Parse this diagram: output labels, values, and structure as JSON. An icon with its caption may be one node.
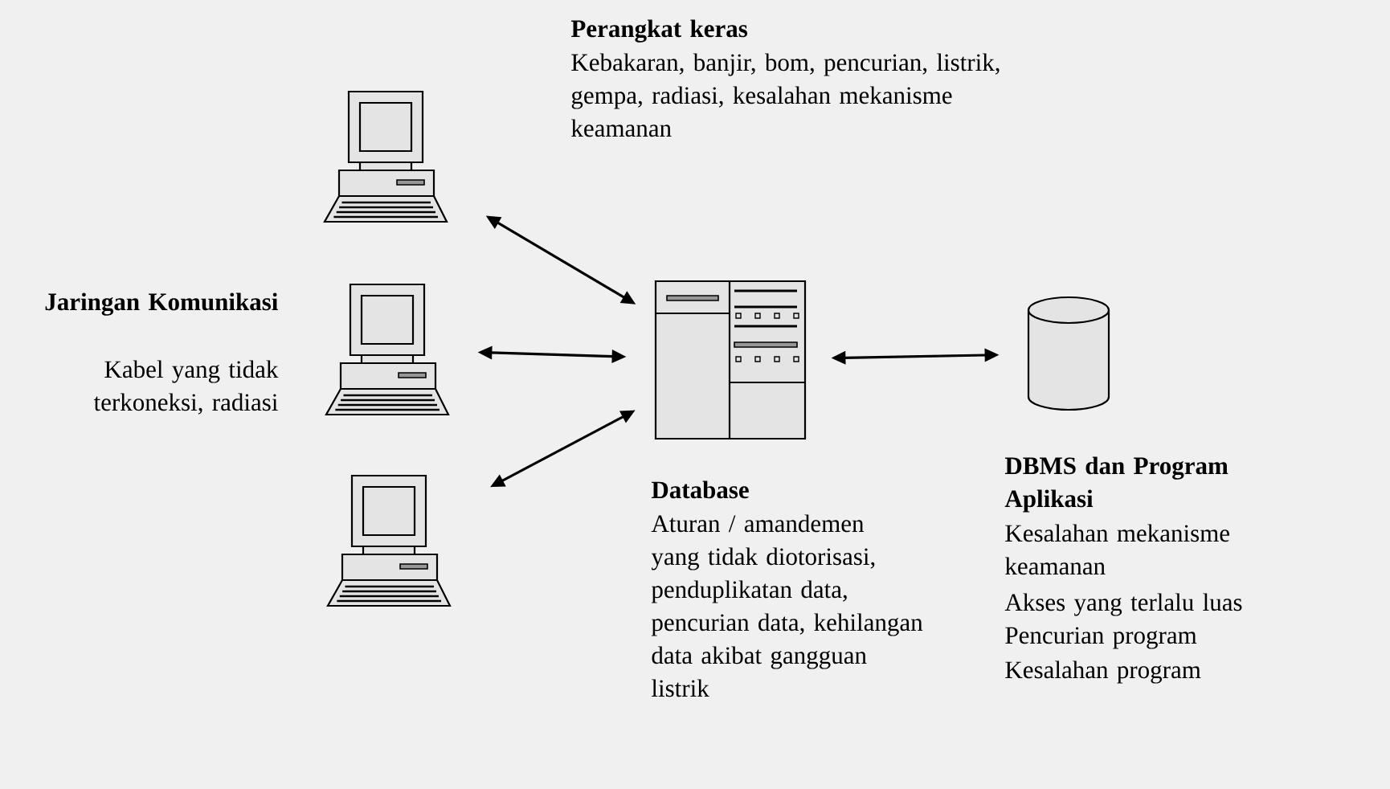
{
  "diagram": {
    "nodes": [
      {
        "text": [],
        "shape": "computer"
      },
      {
        "text": [],
        "shape": "computer"
      },
      {
        "text": [],
        "shape": "computer"
      },
      {
        "text": [],
        "shape": "server"
      },
      {
        "text": [],
        "shape": "cylinder"
      }
    ],
    "edges": [
      {
        "from": 0,
        "to": 3,
        "arrow": "both"
      },
      {
        "from": 1,
        "to": 3,
        "arrow": "both"
      },
      {
        "from": 2,
        "to": 3,
        "arrow": "both"
      },
      {
        "from": 3,
        "to": 4,
        "arrow": "both"
      }
    ],
    "labels": [
      "Perangkat keras",
      "Kebakaran, banjir, bom, pencurian, listrik, gempa, radiasi, kesalahan mekanisme keamanan",
      "Jaringan Komunikasi",
      "Kabel yang tidak terkoneksi, radiasi",
      "Database",
      "Aturan / amandemen yang tidak diotorisasi, penduplikatan data, pencurian data, kehilangan data akibat gangguan listrik",
      "DBMS dan Program Aplikasi",
      "Kesalahan mekanisme keamanan",
      "Akses yang terlalu luas",
      "Pencurian program",
      "Kesalahan program"
    ]
  }
}
